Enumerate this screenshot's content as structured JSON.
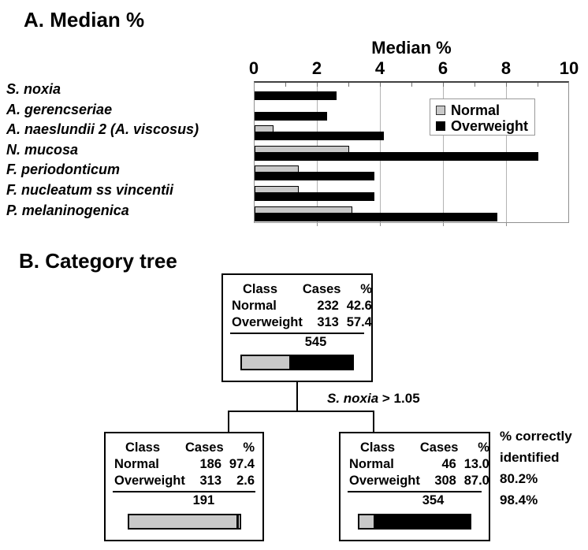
{
  "colors": {
    "normal": "#c9c9c9",
    "overweight": "#000000"
  },
  "panel_a": {
    "title": "A. Median %"
  },
  "chart_data": {
    "type": "bar",
    "orientation": "horizontal",
    "title": "Median %",
    "categories": [
      "S. noxia",
      "A. gerencseriae",
      "A. naeslundii 2 (A. viscosus)",
      "N. mucosa",
      "F. periodonticum",
      "F. nucleatum ss vincentii",
      "P. melaninogenica"
    ],
    "series": [
      {
        "name": "Normal",
        "color": "#c9c9c9",
        "values": [
          0,
          0,
          0.6,
          3.0,
          1.4,
          1.4,
          3.1
        ]
      },
      {
        "name": "Overweight",
        "color": "#000000",
        "values": [
          2.6,
          2.3,
          4.1,
          9.0,
          3.8,
          3.8,
          7.7
        ]
      }
    ],
    "xlim": [
      0,
      10
    ],
    "xticks": [
      0,
      2,
      4,
      6,
      8,
      10
    ],
    "grid": true,
    "legend_position": "upper right"
  },
  "panel_b": {
    "title": "B. Category tree",
    "split": {
      "species": "S. noxia",
      "condition": " > 1.05"
    },
    "nodes": [
      {
        "header": {
          "class": "Class",
          "cases": "Cases",
          "pct": "%"
        },
        "rows": [
          {
            "class": "Normal",
            "cases": "232",
            "pct": "42.6"
          },
          {
            "class": "Overweight",
            "cases": "313",
            "pct": "57.4"
          }
        ],
        "total": "545",
        "bar": {
          "normal_pct": 42.6,
          "overweight_pct": 57.4
        }
      },
      {
        "header": {
          "class": "Class",
          "cases": "Cases",
          "pct": "%"
        },
        "rows": [
          {
            "class": "Normal",
            "cases": "186",
            "pct": "97.4"
          },
          {
            "class": "Overweight",
            "cases": "313",
            "pct": "2.6"
          }
        ],
        "total": "191",
        "bar": {
          "normal_pct": 97.4,
          "overweight_pct": 2.6
        }
      },
      {
        "header": {
          "class": "Class",
          "cases": "Cases",
          "pct": "%"
        },
        "rows": [
          {
            "class": "Normal",
            "cases": "46",
            "pct": "13.0"
          },
          {
            "class": "Overweight",
            "cases": "308",
            "pct": "87.0"
          }
        ],
        "total": "354",
        "bar": {
          "normal_pct": 13.0,
          "overweight_pct": 87.0
        }
      }
    ],
    "annotation": {
      "lines": [
        "% correctly",
        "identified",
        "80.2%",
        "98.4%"
      ]
    }
  }
}
